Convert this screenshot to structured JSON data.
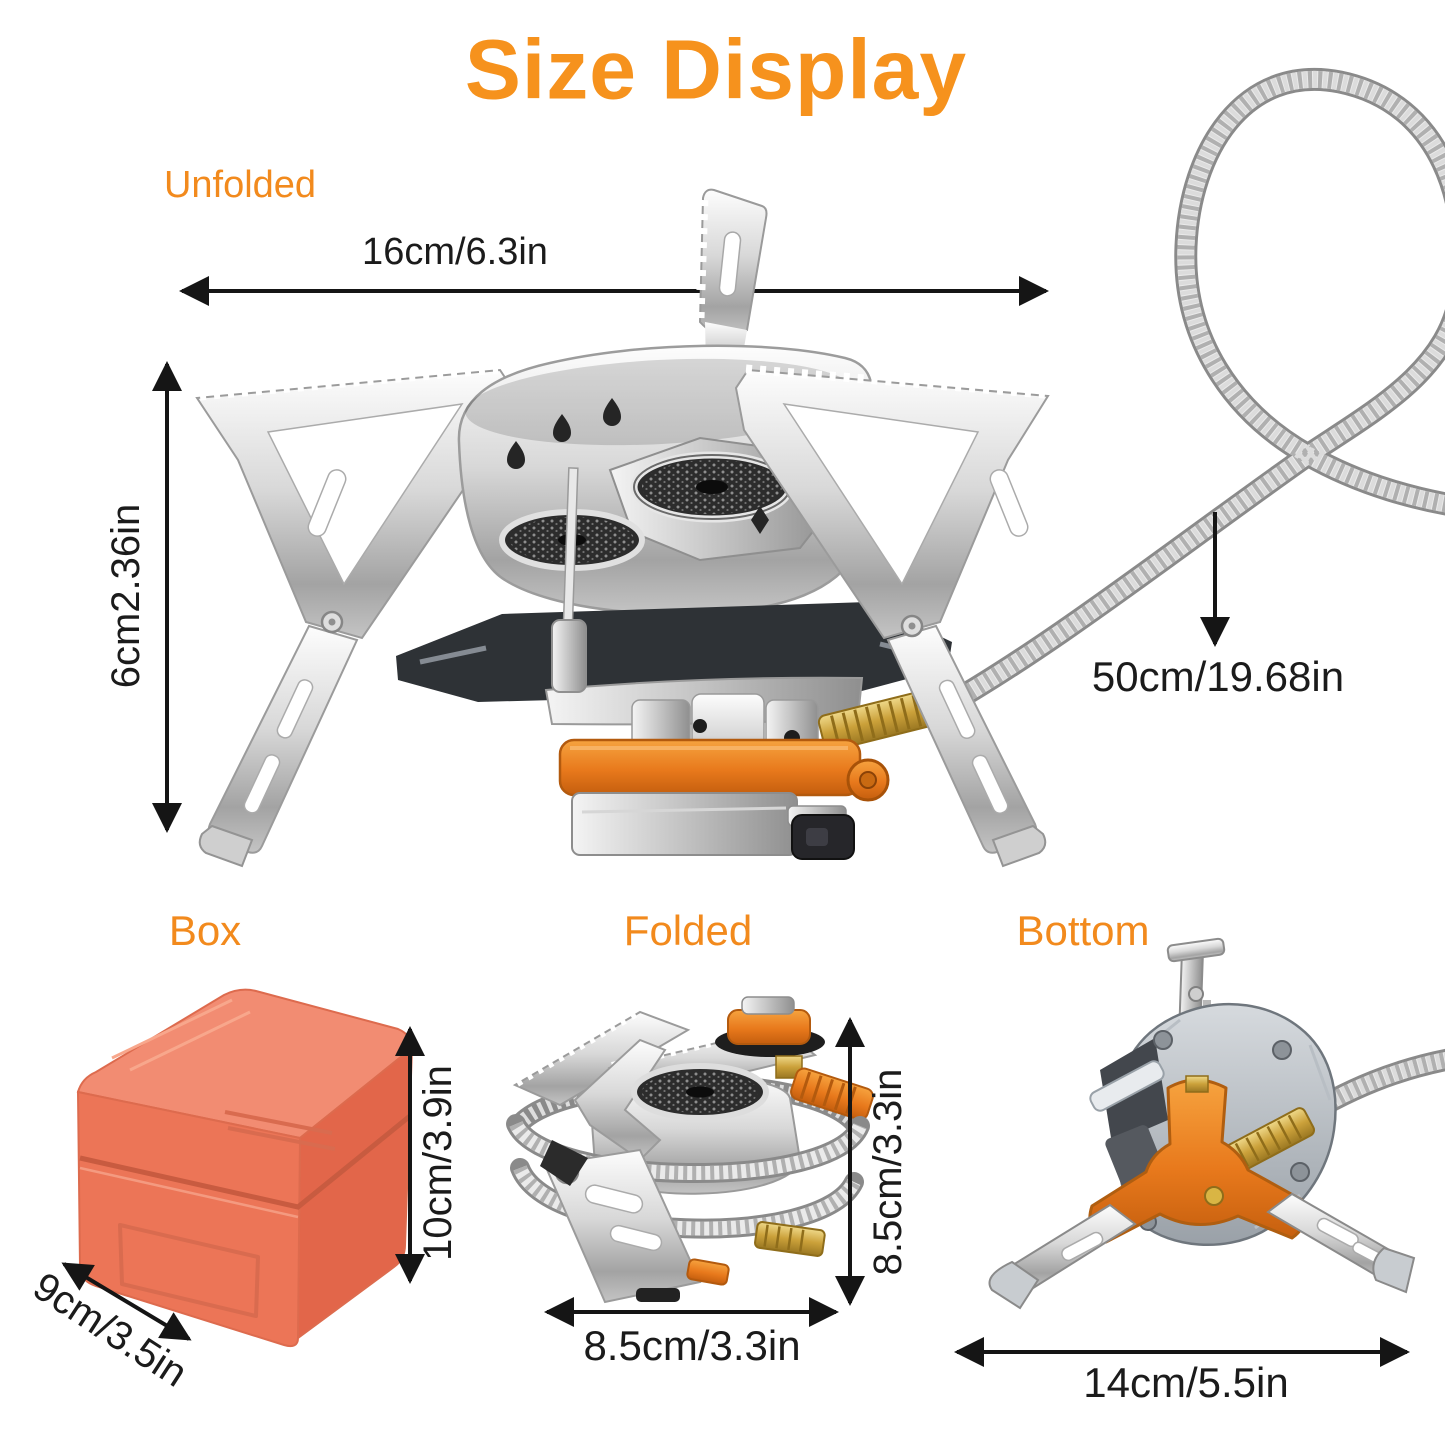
{
  "title": "Size Display",
  "colors": {
    "accent_orange": "#F6921D",
    "dimension_text": "#1B1B1B",
    "box_coral": "#EC7556",
    "stove_orange": "#E8791C",
    "brass": "#C9A43A",
    "metal_silver": "#C6C6C6"
  },
  "sections": {
    "unfolded": {
      "label": "Unfolded",
      "width": "16cm/6.3in",
      "height": "6cm2.36in",
      "hose_length": "50cm/19.68in"
    },
    "box": {
      "label": "Box",
      "height": "10cm/3.9in",
      "depth": "9cm/3.5in"
    },
    "folded": {
      "label": "Folded",
      "height": "8.5cm/3.3in",
      "width": "8.5cm/3.3in"
    },
    "bottom": {
      "label": "Bottom",
      "width": "14cm/5.5in"
    }
  }
}
